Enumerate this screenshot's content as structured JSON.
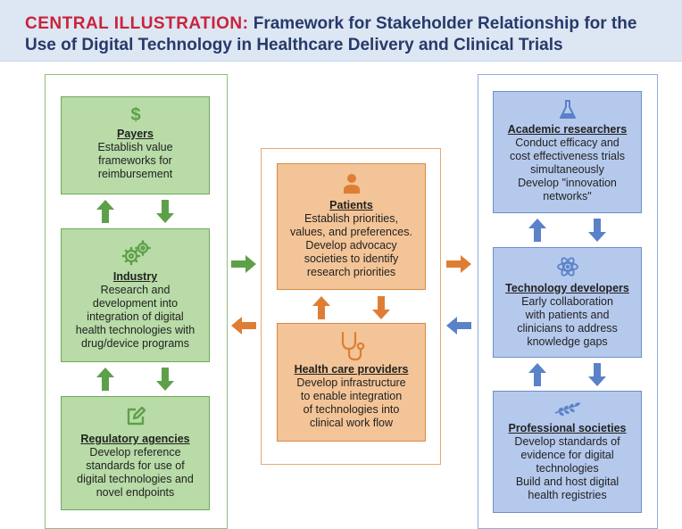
{
  "header": {
    "title_lead": "CENTRAL ILLUSTRATION:",
    "title_rest": " Framework for Stakeholder Relationship for the",
    "title_line2": "Use of Digital Technology in Healthcare Delivery and Clinical Trials"
  },
  "left": {
    "payers": {
      "title": "Payers",
      "lines": [
        "Establish value",
        "frameworks for",
        "reimbursement"
      ]
    },
    "industry": {
      "title": "Industry",
      "lines": [
        "Research and",
        "development into",
        "integration of digital",
        "health technologies with",
        "drug/device programs"
      ]
    },
    "regulatory": {
      "title": "Regulatory agencies",
      "lines": [
        "Develop reference",
        "standards for use of",
        "digital technologies and",
        "novel endpoints"
      ]
    }
  },
  "center": {
    "patients": {
      "title": "Patients",
      "lines": [
        "Establish priorities,",
        "values, and preferences.",
        "Develop advocacy",
        "societies to identify",
        "research priorities"
      ]
    },
    "providers": {
      "title": "Health care providers",
      "lines": [
        "Develop infrastructure",
        "to enable integration",
        "of technologies into",
        "clinical work flow"
      ]
    }
  },
  "right": {
    "academic": {
      "title": "Academic researchers",
      "lines": [
        "Conduct efficacy and",
        "cost effectiveness trials",
        "simultaneously",
        "Develop \"innovation",
        "networks\""
      ]
    },
    "tech": {
      "title": "Technology developers",
      "lines": [
        "Early collaboration",
        "with patients and",
        "clinicians to address",
        "knowledge gaps"
      ]
    },
    "societies": {
      "title": "Professional societies",
      "lines": [
        "Develop standards of",
        "evidence for digital",
        "technologies",
        "Build and host digital",
        "health registries"
      ]
    }
  },
  "colors": {
    "green_arrow": "#5ea04a",
    "orange_arrow": "#de7e34",
    "blue_arrow": "#5a82c8",
    "title_red": "#c8243b",
    "title_navy": "#263a6a"
  },
  "icons": {
    "payers": "dollar-icon",
    "industry": "gears-icon",
    "regulatory": "edit-icon",
    "patients": "person-icon",
    "providers": "stethoscope-icon",
    "academic": "flask-icon",
    "tech": "atom-icon",
    "societies": "laurel-icon"
  }
}
